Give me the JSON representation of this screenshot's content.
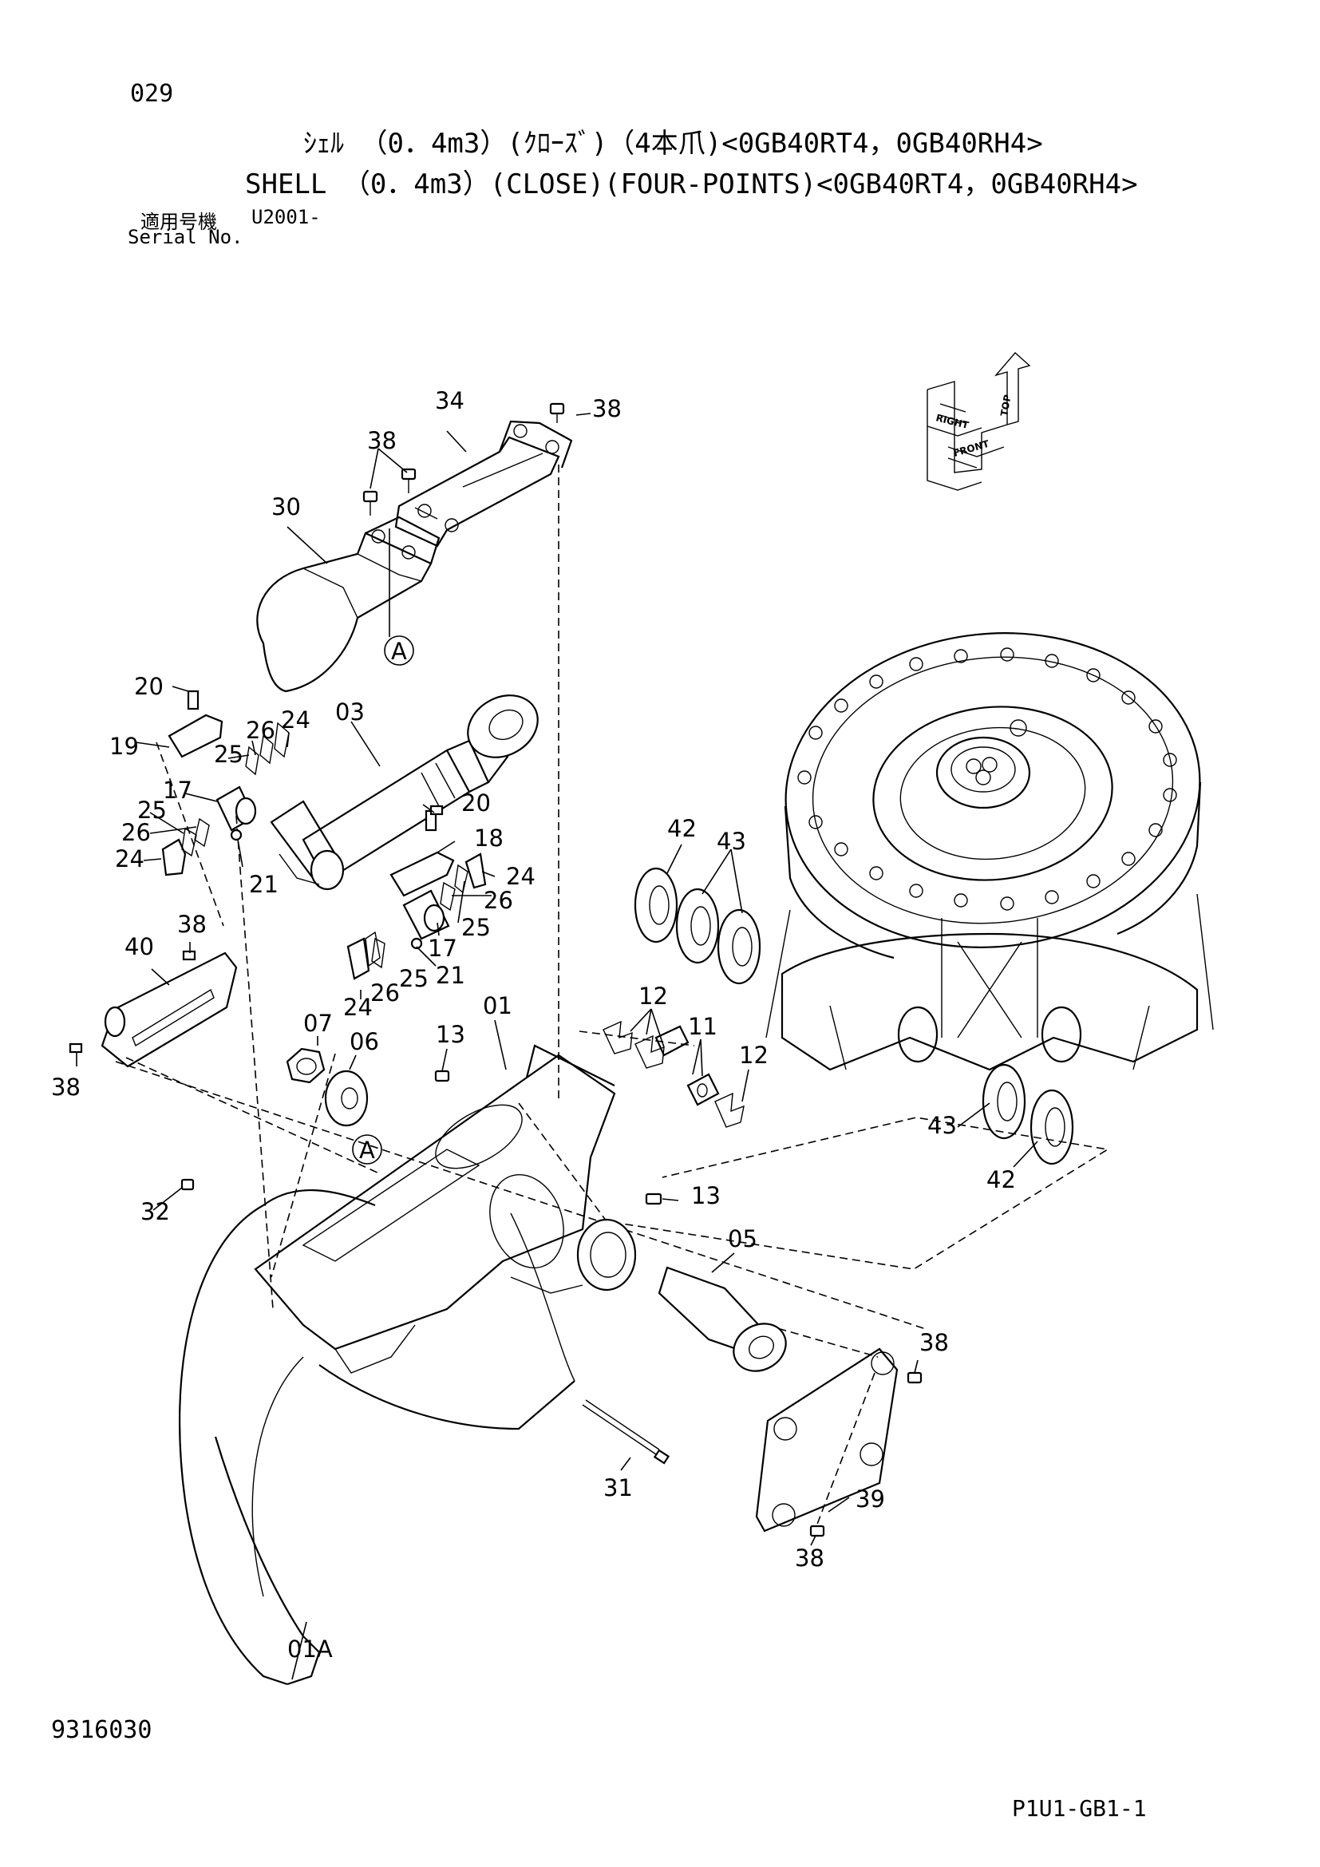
{
  "header": {
    "page_number": "029",
    "title_jp": "ｼｪﾙ （0．4m3）(ｸﾛｰｽﾞ)（4本爪)<0GB40RT4，0GB40RH4>",
    "title_en": "SHELL （0．4m3）(CLOSE)(FOUR-POINTS)<0GB40RT4，0GB40RH4>",
    "serial_label_jp": "適用号機",
    "serial_value": "U2001-",
    "serial_label_en": "Serial No."
  },
  "footer": {
    "document_number": "9316030",
    "reference_code": "P1U1-GB1-1"
  },
  "orientation_icon": {
    "labels": [
      "RIGHT",
      "FRONT",
      "TOP"
    ]
  },
  "callouts": [
    "34",
    "38",
    "38",
    "30",
    "A",
    "20",
    "19",
    "26",
    "24",
    "25",
    "03",
    "17",
    "25",
    "26",
    "24",
    "21",
    "20",
    "18",
    "24",
    "26",
    "25",
    "17",
    "21",
    "42",
    "43",
    "38",
    "40",
    "24",
    "26",
    "25",
    "07",
    "06",
    "01",
    "13",
    "12",
    "11",
    "12",
    "38",
    "A",
    "43",
    "42",
    "32",
    "13",
    "05",
    "38",
    "31",
    "39",
    "38",
    "01A"
  ]
}
